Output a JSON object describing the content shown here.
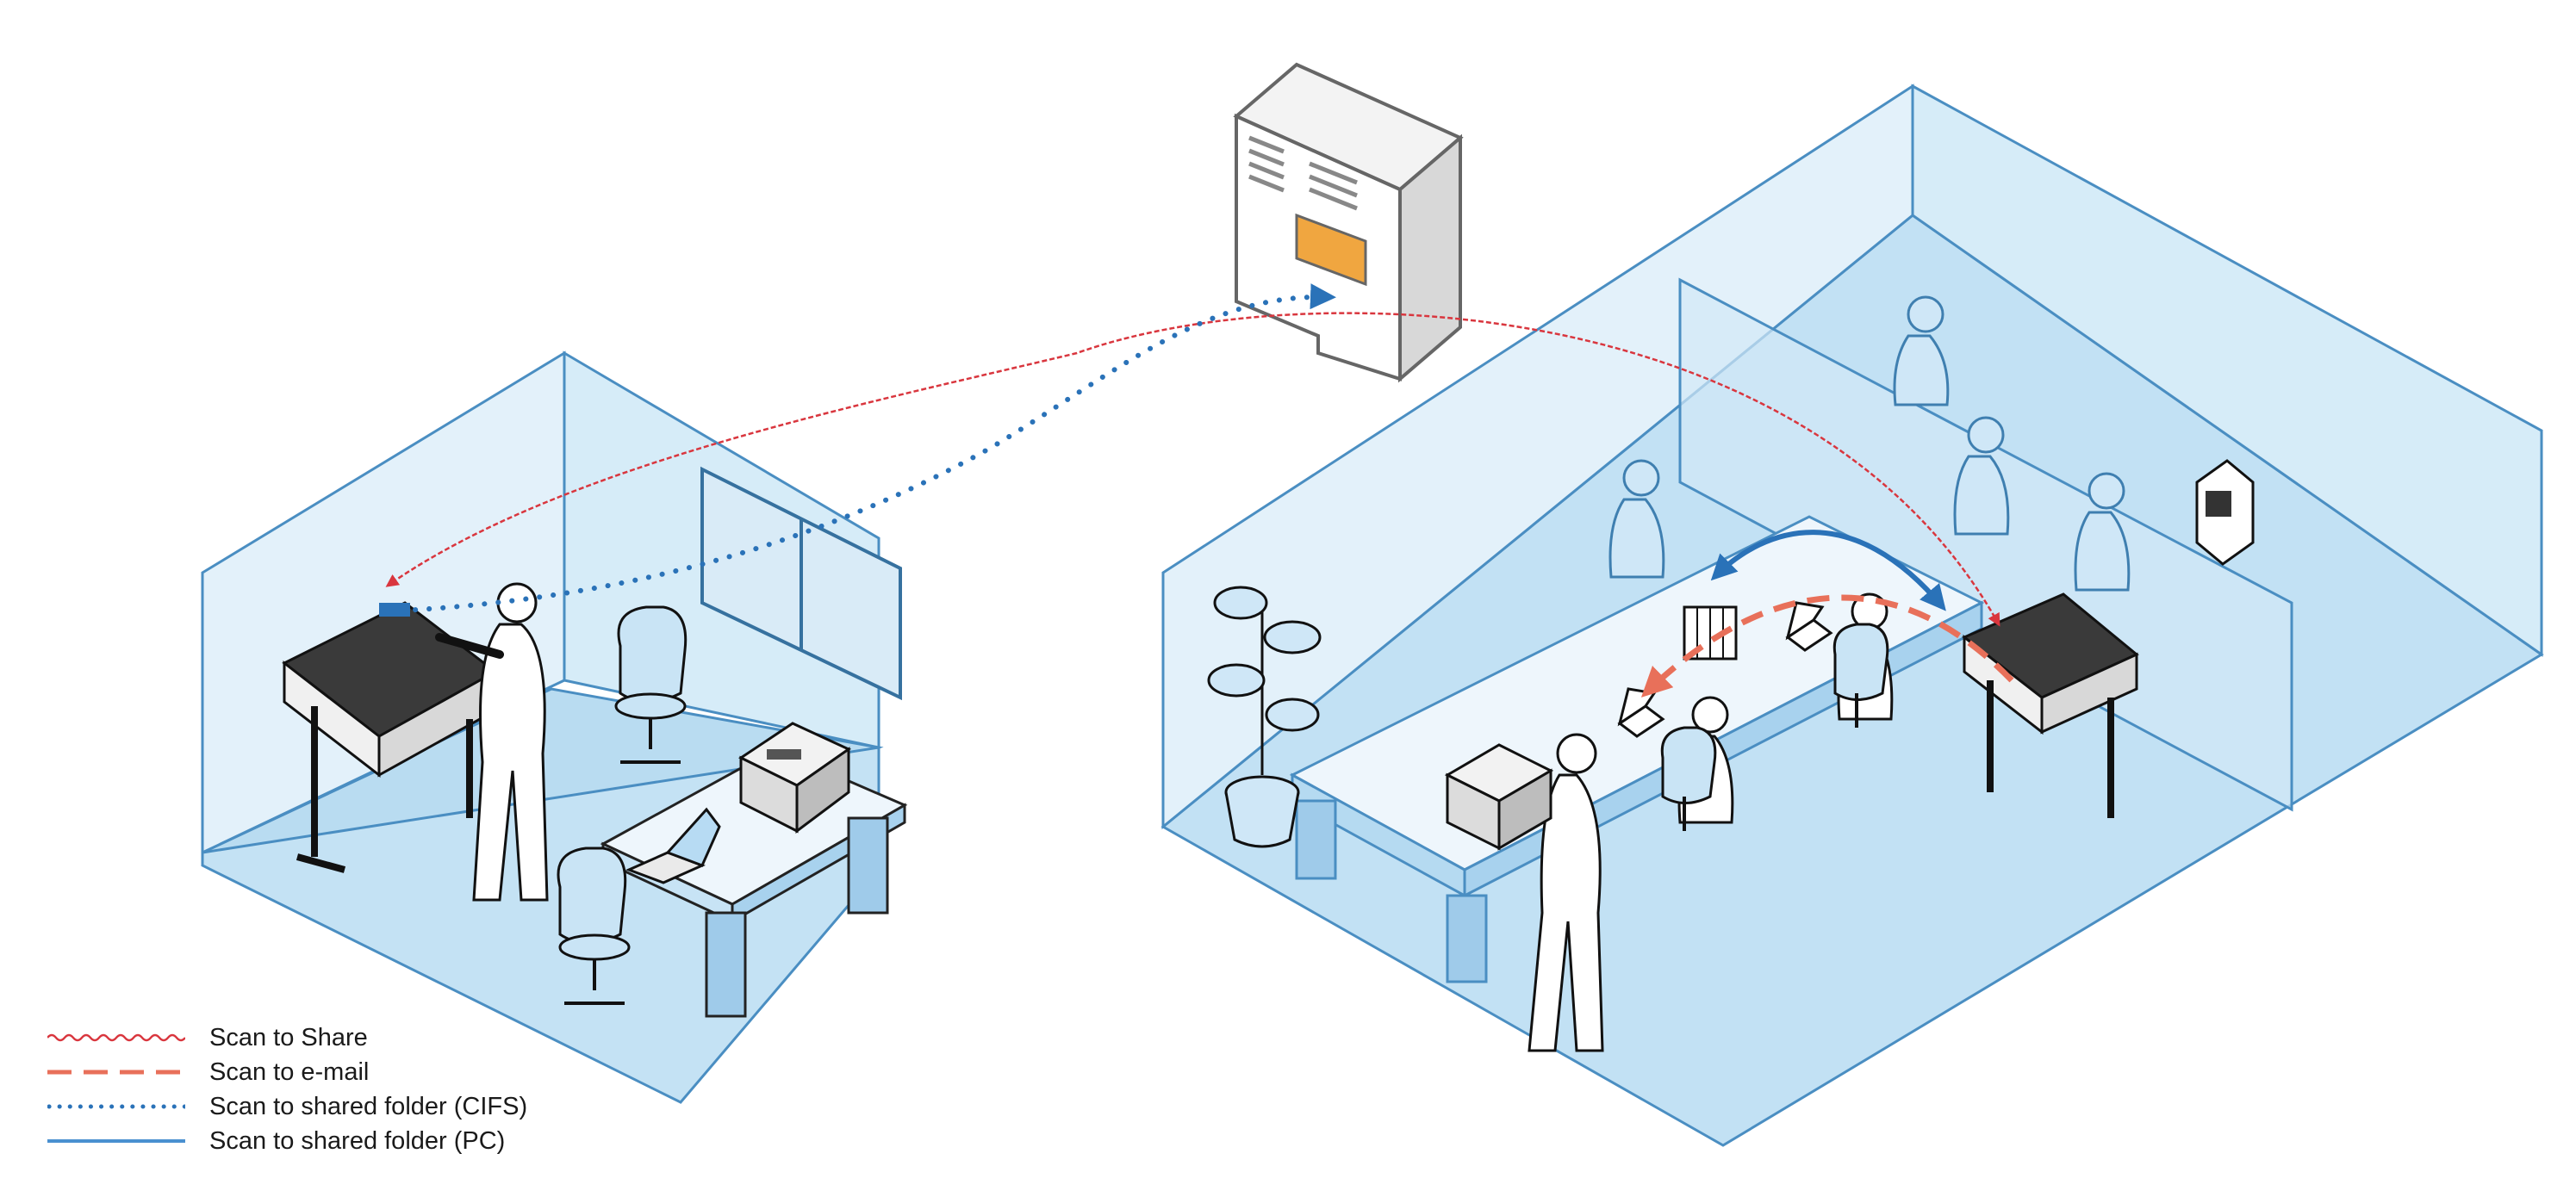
{
  "colors": {
    "room_fill": "#d6ecf8",
    "room_floor": "#b9dcf1",
    "room_stroke": "#4a8ec2",
    "share_line": "#d9363e",
    "email_line": "#e8705a",
    "cifs_line": "#2a72b8",
    "pc_line": "#4a90d0",
    "ink": "#111111"
  },
  "icons": {
    "server": "server-tower-icon",
    "printer": "large-format-printer-icon",
    "mfp": "multifunction-printer-icon",
    "laptop": "laptop-icon",
    "chair": "office-chair-icon",
    "plant": "potted-plant-icon",
    "person": "person-icon"
  },
  "legend": {
    "items": [
      {
        "label": "Scan to Share",
        "style": "wavy"
      },
      {
        "label": "Scan to e-mail",
        "style": "dashed"
      },
      {
        "label": "Scan to shared folder (CIFS)",
        "style": "dotted"
      },
      {
        "label": "Scan to shared folder (PC)",
        "style": "solid"
      }
    ]
  }
}
